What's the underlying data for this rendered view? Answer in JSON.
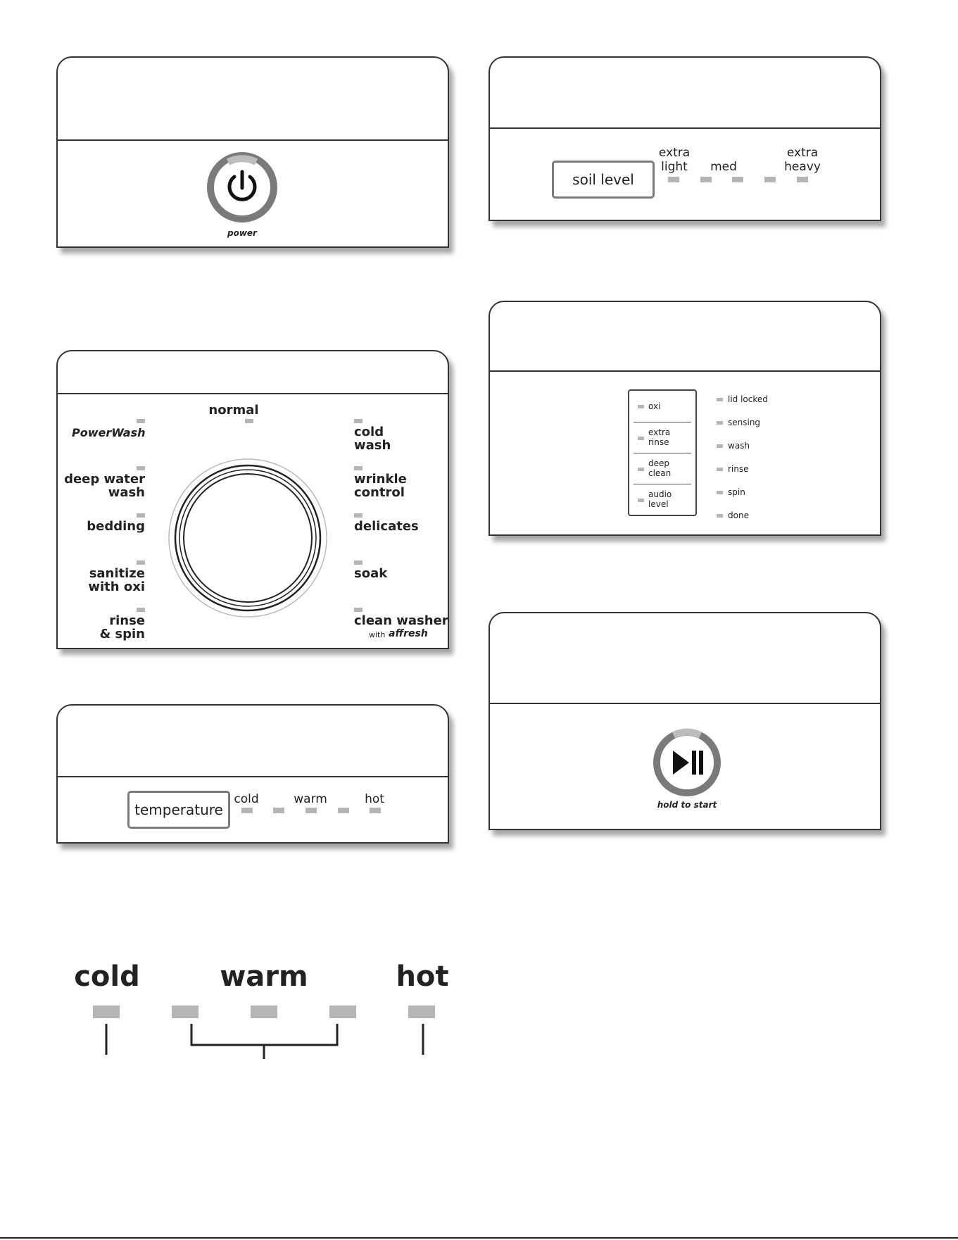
{
  "power_panel": {
    "button_label": "power"
  },
  "soil_panel": {
    "button_label": "soil level",
    "levels": [
      "extra light",
      "med",
      "extra heavy"
    ],
    "level_extra_light_1": "extra",
    "level_extra_light_2": "light",
    "level_med": "med",
    "level_extra_heavy_1": "extra",
    "level_extra_heavy_2": "heavy"
  },
  "cycle_panel": {
    "normal": "normal",
    "powerwash_logo": "PowerWash",
    "deep_water_1": "deep water",
    "deep_water_2": "wash",
    "bedding": "bedding",
    "sanitize_1": "sanitize",
    "sanitize_2": "with oxi",
    "rinse_1": "rinse",
    "rinse_2": "& spin",
    "cold_1": "cold",
    "cold_2": "wash",
    "wrinkle_1": "wrinkle",
    "wrinkle_2": "control",
    "delicates": "delicates",
    "soak": "soak",
    "clean_washer": "clean washer",
    "with": "with",
    "affresh_logo": "affresh"
  },
  "options_panel": {
    "oxi": "oxi",
    "extra_rinse_1": "extra",
    "extra_rinse_2": "rinse",
    "deep_clean_1": "deep",
    "deep_clean_2": "clean",
    "audio_1": "audio",
    "audio_2": "level",
    "status": [
      "lid locked",
      "sensing",
      "wash",
      "rinse",
      "spin",
      "done"
    ]
  },
  "temp_panel": {
    "button_label": "temperature",
    "cold": "cold",
    "warm": "warm",
    "hot": "hot"
  },
  "start_panel": {
    "button_label": "hold to start"
  },
  "temp_legend": {
    "cold": "cold",
    "warm": "warm",
    "hot": "hot"
  },
  "colors": {
    "led": "#b5b5b5",
    "ring": "#7a7a7a",
    "ring_highlight": "#bdbdbd",
    "border": "#333333"
  }
}
